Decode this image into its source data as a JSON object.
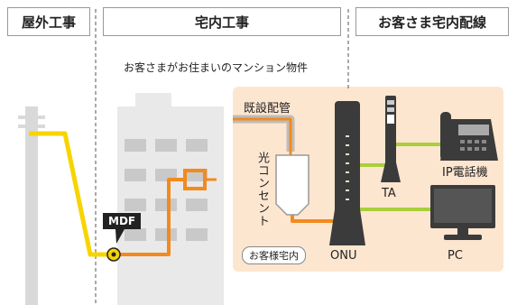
{
  "sections": {
    "outdoor": "屋外工事",
    "indoor": "宅内工事",
    "customer": "お客さま宅内配線"
  },
  "caption": "お客さまがお住まいのマンション物件",
  "labels": {
    "existing_pipe": "既設配管",
    "optical_outlet": "光コンセント",
    "mdf": "MDF",
    "ip_phone": "IP電話機",
    "ta": "TA",
    "onu": "ONU",
    "pc": "PC",
    "customer_home": "お客様宅内"
  },
  "colors": {
    "fiber": "#f28a1e",
    "drop": "#f7d400",
    "lan": "#a9cf3a",
    "home_bg": "#fde6d0",
    "building": "#e9e9e9",
    "window": "#c9c9c9",
    "pole": "#d9d9d9",
    "device": "#3b3b3b",
    "existing_pipe": "#bdbdbd"
  }
}
